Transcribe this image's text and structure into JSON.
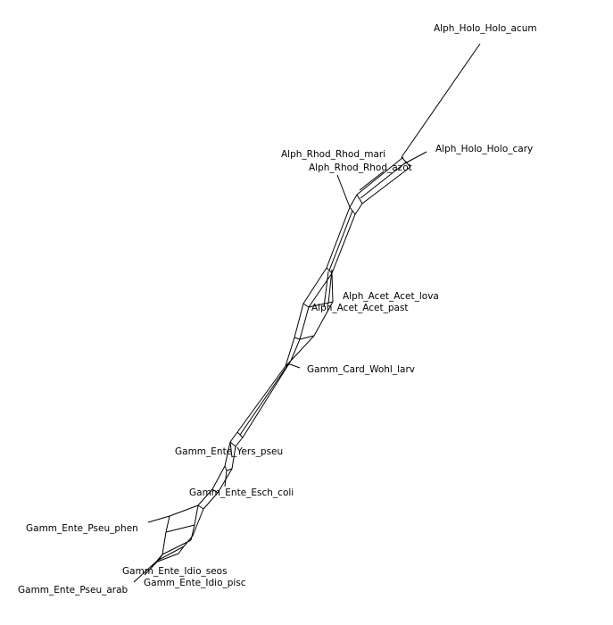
{
  "taxa": [
    {
      "id": "holo_acum",
      "label": "Alph_Holo_Holo_acum"
    },
    {
      "id": "holo_cary",
      "label": "Alph_Holo_Holo_cary"
    },
    {
      "id": "rhod_mari",
      "label": "Alph_Rhod_Rhod_mari"
    },
    {
      "id": "rhod_azot",
      "label": "Alph_Rhod_Rhod_azot"
    },
    {
      "id": "acet_lova",
      "label": "Alph_Acet_Acet_lova"
    },
    {
      "id": "acet_past",
      "label": "Alph_Acet_Acet_past"
    },
    {
      "id": "card_wohl",
      "label": "Gamm_Card_Wohl_larv"
    },
    {
      "id": "yers_pseu",
      "label": "Gamm_Ente_Yers_pseu"
    },
    {
      "id": "esch_coli",
      "label": "Gamm_Ente_Esch_coli"
    },
    {
      "id": "pseu_phen",
      "label": "Gamm_Ente_Pseu_phen"
    },
    {
      "id": "idio_seos",
      "label": "Gamm_Ente_Idio_seos"
    },
    {
      "id": "idio_pisc",
      "label": "Gamm_Ente_Idio_pisc"
    },
    {
      "id": "pseu_arab",
      "label": "Gamm_Ente_Pseu_arab"
    }
  ]
}
